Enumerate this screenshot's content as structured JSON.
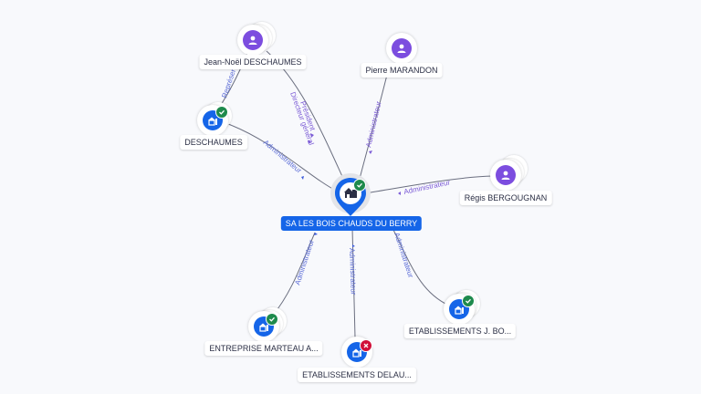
{
  "center": {
    "name": "SA LES BOIS CHAUDS DU BERRY",
    "icon": "company-building-icon",
    "status": "active",
    "color": "#1565e8"
  },
  "nodes": [
    {
      "id": "jean-noel",
      "type": "person",
      "label": "Jean-Noël DESCHAUMES",
      "icon": "person-icon"
    },
    {
      "id": "pierre",
      "type": "person",
      "label": "Pierre MARANDON",
      "icon": "person-icon"
    },
    {
      "id": "regis",
      "type": "person",
      "label": "Régis BERGOUGNAN",
      "icon": "person-icon"
    },
    {
      "id": "deschaumes",
      "type": "company",
      "label": "DESCHAUMES",
      "icon": "company-building-icon",
      "status": "active"
    },
    {
      "id": "marteau",
      "type": "company",
      "label": "ENTREPRISE MARTEAU A...",
      "icon": "company-building-icon",
      "status": "active"
    },
    {
      "id": "delau",
      "type": "company",
      "label": "ETABLISSEMENTS DELAU...",
      "icon": "company-building-icon",
      "status": "closed"
    },
    {
      "id": "bo",
      "type": "company",
      "label": "ETABLISSEMENTS J. BO...",
      "icon": "company-building-icon",
      "status": "active"
    }
  ],
  "edges": [
    {
      "from": "jean-noel",
      "to": "center",
      "label": "Président",
      "label2": "Directeur général"
    },
    {
      "from": "jean-noel",
      "to": "deschaumes",
      "label": "Représentant"
    },
    {
      "from": "pierre",
      "to": "center",
      "label": "Administrateur"
    },
    {
      "from": "regis",
      "to": "center",
      "label": "Administrateur"
    },
    {
      "from": "deschaumes",
      "to": "center",
      "label": "Administrateur"
    },
    {
      "from": "marteau",
      "to": "center",
      "label": "Administrateur"
    },
    {
      "from": "delau",
      "to": "center",
      "label": "Administrateur"
    },
    {
      "from": "bo",
      "to": "center",
      "label": "Administrateur"
    }
  ],
  "colors": {
    "person": "#7c4ddf",
    "company": "#1565e8",
    "active_badge": "#1e8a4c",
    "closed_badge": "#d0103a",
    "edge_label_company": "#5a6bd6",
    "edge_label_person": "#7c5cd6"
  }
}
